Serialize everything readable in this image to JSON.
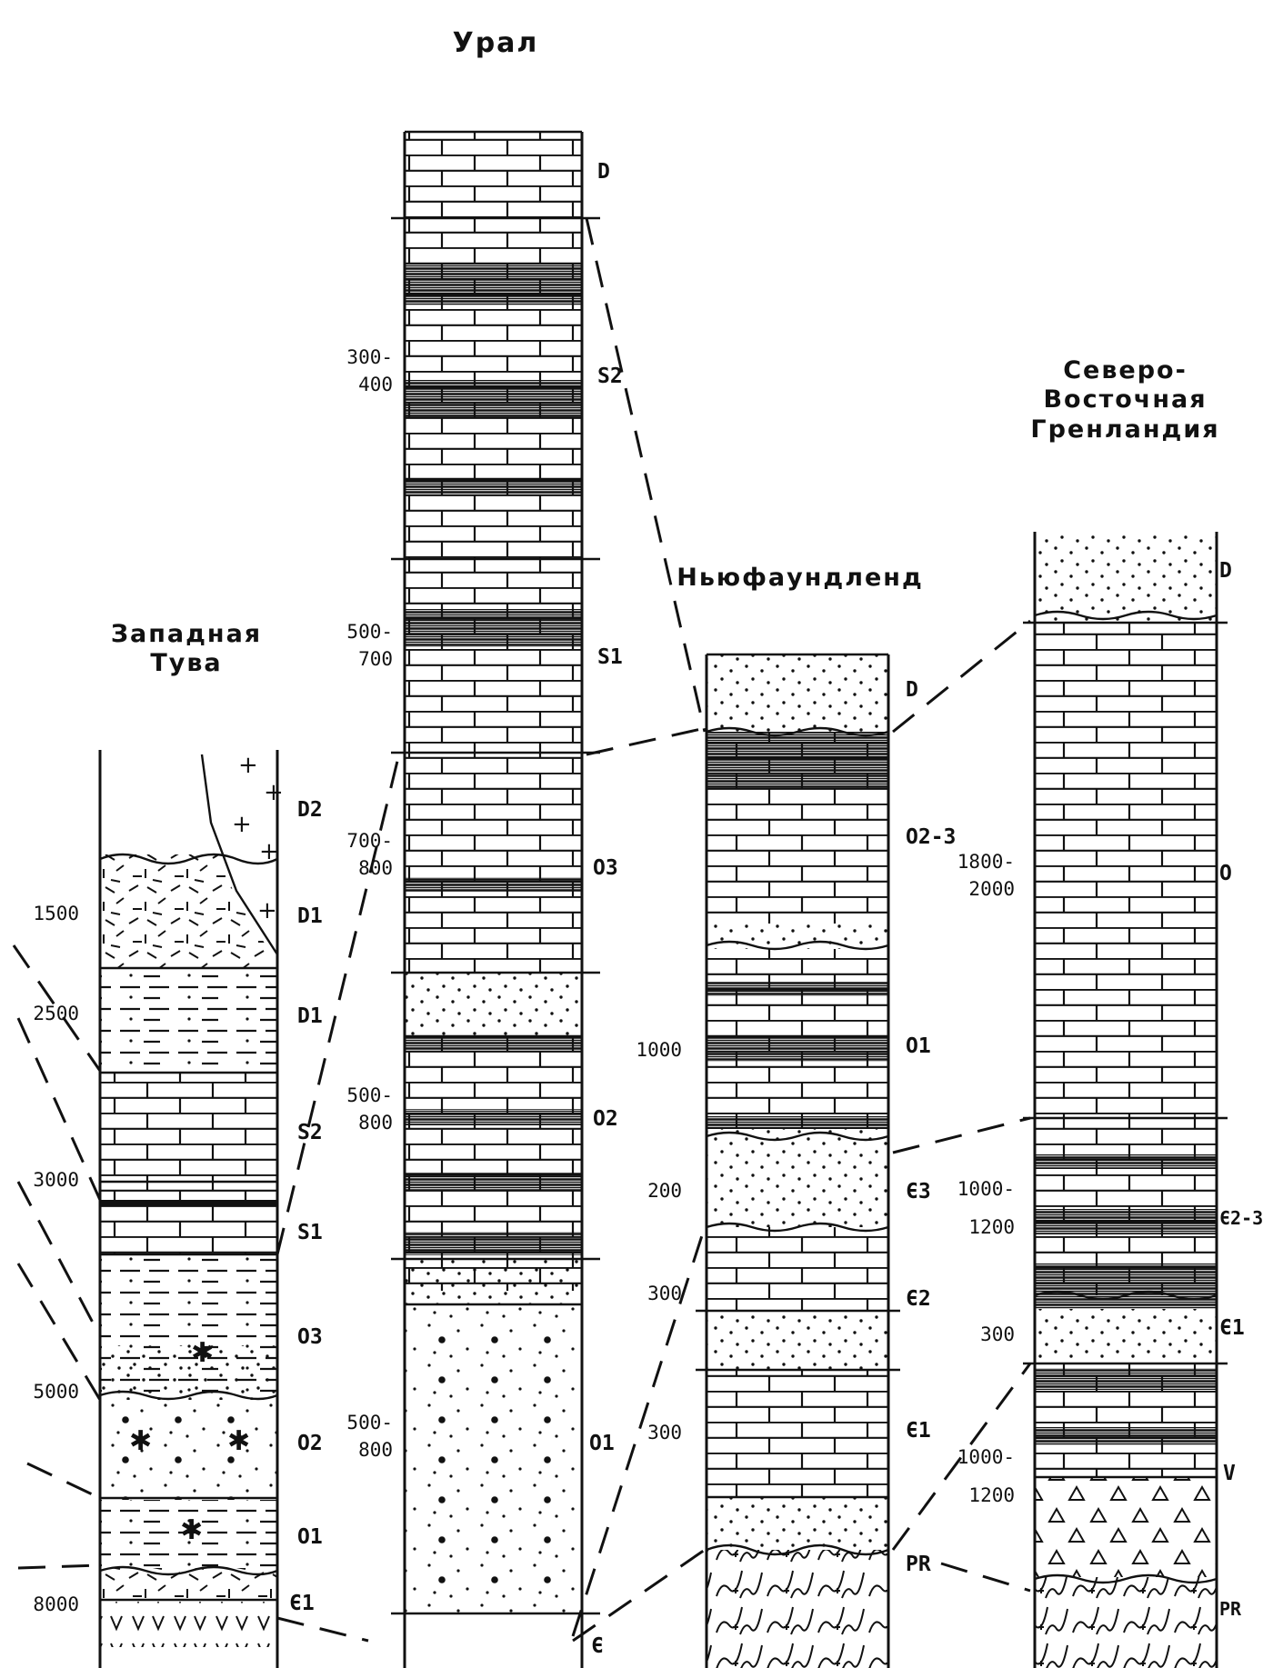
{
  "titles": {
    "ural": "Урал",
    "tuva_line1": "Западная",
    "tuva_line2": "Тува",
    "newfoundland": "Ньюфаундленд",
    "greenland_line1": "Северо-",
    "greenland_line2": "Восточная",
    "greenland_line3": "Гренландия"
  },
  "tuva": {
    "age_labels": [
      "D2",
      "D1",
      "D1",
      "S2",
      "S1",
      "O3",
      "O2",
      "O1",
      "Є1"
    ],
    "thickness_labels": [
      "1500",
      "2500",
      "3000",
      "5000",
      "8000"
    ]
  },
  "ural": {
    "age_labels": [
      "D",
      "S2",
      "S1",
      "O3",
      "O2",
      "O1",
      "Є"
    ],
    "thickness_labels": [
      "300-",
      "400",
      "500-",
      "700",
      "700-",
      "800",
      "500-",
      "800",
      "500-",
      "800"
    ]
  },
  "newfoundland": {
    "age_labels": [
      "D",
      "O2-3",
      "O1",
      "Є3",
      "Є2",
      "Є1",
      "PR"
    ],
    "thickness_labels": [
      "1000",
      "200",
      "300",
      "300"
    ]
  },
  "greenland": {
    "age_labels": [
      "D",
      "O",
      "Є2-3",
      "Є1",
      "V",
      "PR"
    ],
    "thickness_labels": [
      "1800-",
      "2000",
      "1000-",
      "1200",
      "300",
      "1000-",
      "1200"
    ]
  },
  "colors": {
    "ink": "#111111",
    "paper": "#ffffff"
  }
}
